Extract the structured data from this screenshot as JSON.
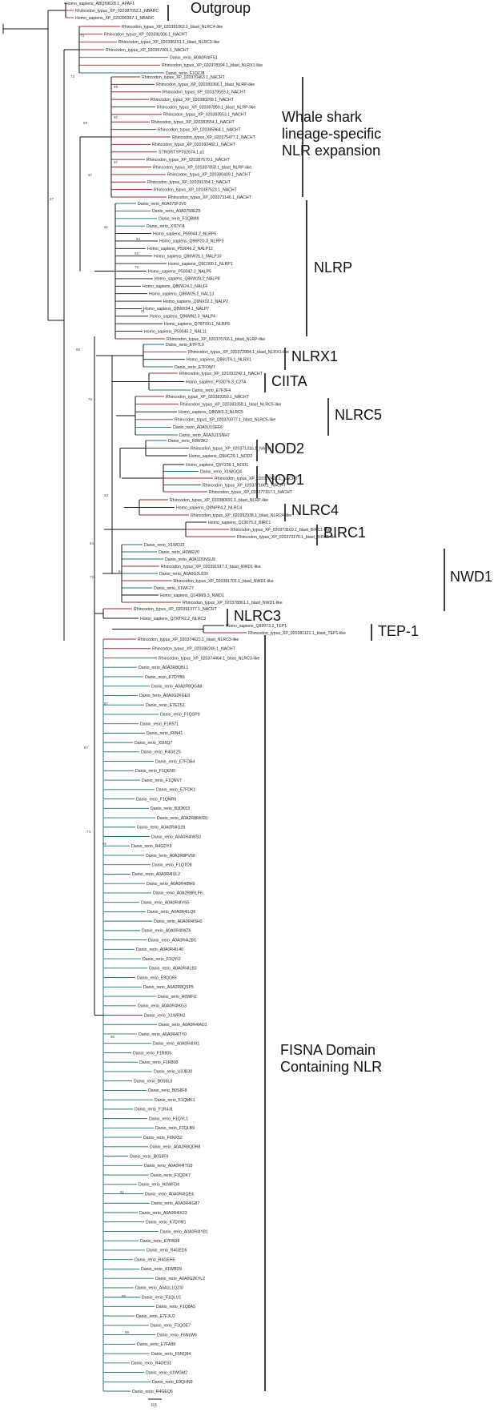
{
  "colors": {
    "black": "#111111",
    "rhincodon": "#9b2a2a",
    "danio": "#1f6f7a",
    "homo": "#111111"
  },
  "groups": [
    {
      "id": "outgroup",
      "lines": [
        "Outgroup"
      ]
    },
    {
      "id": "whale",
      "lines": [
        "Whale shark",
        "lineage-specific",
        "NLR expansion"
      ]
    },
    {
      "id": "nlrp",
      "lines": [
        "NLRP"
      ]
    },
    {
      "id": "nlrx1",
      "lines": [
        "NLRX1"
      ]
    },
    {
      "id": "ciita",
      "lines": [
        "CIITA"
      ]
    },
    {
      "id": "nlrc5",
      "lines": [
        "NLRC5"
      ]
    },
    {
      "id": "nod2",
      "lines": [
        "NOD2"
      ]
    },
    {
      "id": "nod1",
      "lines": [
        "NOD1"
      ]
    },
    {
      "id": "nlrc4",
      "lines": [
        "NLRC4"
      ]
    },
    {
      "id": "birc1",
      "lines": [
        "BIRC1"
      ]
    },
    {
      "id": "nwd1",
      "lines": [
        "NWD1"
      ]
    },
    {
      "id": "nlrc3",
      "lines": [
        "NLRC3"
      ]
    },
    {
      "id": "tep1",
      "lines": [
        "TEP-1"
      ]
    },
    {
      "id": "fisna",
      "lines": [
        "FISNA Domain",
        "Containing NLR"
      ]
    }
  ],
  "scale_label": "0.5",
  "bootstrap": [
    "74",
    "73",
    "99",
    "92",
    "97",
    "59",
    "67",
    "27",
    "61",
    "94",
    "52",
    "79",
    "91",
    "95",
    "75",
    "34",
    "54",
    "73",
    "93",
    "87",
    "67",
    "74",
    "65",
    "85",
    "61",
    "88",
    "99"
  ],
  "leaves": [
    {
      "l": "Homo_sapiens_ABQ59028.1_APAF1",
      "g": "outgroup",
      "s": "H"
    },
    {
      "l": "Rhincodon_typus_XP_020387052.1_NBARC",
      "g": "outgroup",
      "s": "R"
    },
    {
      "l": "Homo_sapiens_XP_020390367.1_NBARC",
      "g": "outgroup",
      "s": "R"
    },
    {
      "l": "Rhincodon_typus_XP_020391062.1_blast_NLRC4-like",
      "g": "pre",
      "s": "R"
    },
    {
      "l": "Rhincodon_typus_XP_020391906.1_NACHT",
      "g": "pre",
      "s": "R"
    },
    {
      "l": "Rhincodon_typus_XP_020386151.1_blast_NLRC3-like",
      "g": "pre",
      "s": "R"
    },
    {
      "l": "Rhincodon_typus_XP_020367001.1_NACHT",
      "g": "pre",
      "s": "R"
    },
    {
      "l": "Danio_rerio_A0A0R4IFS1",
      "g": "pre",
      "s": "D"
    },
    {
      "l": "Rhincodon_typus_XP_020378394.1_blast_NLRX1-like",
      "g": "pre",
      "s": "R"
    },
    {
      "l": "Danio_rerio_F1QZJ8",
      "g": "pre",
      "s": "D"
    },
    {
      "l": "Rhincodon_typus_XP_020370463.1_NACHT",
      "g": "whale",
      "s": "R"
    },
    {
      "l": "Rhincodon_typus_XP_020389366.1_blast_NLRP-like",
      "g": "whale",
      "s": "R"
    },
    {
      "l": "Rhincodon_typus_XP_020379593.1_NACHT",
      "g": "whale",
      "s": "R"
    },
    {
      "l": "Rhincodon_typus_XP_020380299.1_NACHT",
      "g": "whale",
      "s": "R"
    },
    {
      "l": "Rhincodon_typus_XP_020387859.1_blast_NLRP-like",
      "g": "whale",
      "s": "R"
    },
    {
      "l": "Rhincodon_typus_XP_020383553.1_NACHT",
      "g": "whale",
      "s": "R"
    },
    {
      "l": "Rhincodon_typus_XP_020383554.1_NACHT",
      "g": "whale",
      "s": "R"
    },
    {
      "l": "Rhincodon_typus_XP_020385964.1_NACHT",
      "g": "whale",
      "s": "R"
    },
    {
      "l": "Rhincodon_typus_XP_020375477.1_NACHT",
      "g": "whale",
      "s": "R"
    },
    {
      "l": "Rhincodon_typus_XP_020392482.1_NACHT",
      "g": "whale",
      "s": "R"
    },
    {
      "l": "STRGRTYPT52674.1.p1",
      "g": "whale",
      "s": "R"
    },
    {
      "l": "Rhincodon_typus_XP_020387670.1_NACHT",
      "g": "whale",
      "s": "R"
    },
    {
      "l": "Rhincodon_typus_XP_020387858.1_blast_NLRP-like",
      "g": "whale",
      "s": "R"
    },
    {
      "l": "Rhincodon_typus_XP_020380409.1_NACHT",
      "g": "whale",
      "s": "R"
    },
    {
      "l": "Rhincodon_typus_XP_020391354.1_NACHT",
      "g": "whale",
      "s": "R"
    },
    {
      "l": "Rhincodon_typus_XP_020387523.1_NACHT",
      "g": "whale",
      "s": "R"
    },
    {
      "l": "Rhincodon_typus_XP_020373146.1_NACHT",
      "g": "whale",
      "s": "R"
    },
    {
      "l": "Danio_rerio_A0A075F3V0",
      "g": "nlrp",
      "s": "D"
    },
    {
      "l": "Danio_rerio_A0A0758EZ5",
      "g": "nlrp",
      "s": "D"
    },
    {
      "l": "Danio_rerio_F1QBM8",
      "g": "nlrp",
      "s": "D"
    },
    {
      "l": "Danio_rerio_X7DYI4",
      "g": "nlrp",
      "s": "D"
    },
    {
      "l": "Homo_sapiens_P59044.2_NLRP6",
      "g": "nlrp",
      "s": "H"
    },
    {
      "l": "Homo_sapiens_Q96P20.3_NLRP3",
      "g": "nlrp",
      "s": "H"
    },
    {
      "l": "Homo_sapiens_P59046.2_NALP12",
      "g": "nlrp",
      "s": "H"
    },
    {
      "l": "Homo_sapiens_Q86W26.1_NALP10",
      "g": "nlrp",
      "s": "H"
    },
    {
      "l": "Homo_sapiens_Q9C000.1_NLRP1",
      "g": "nlrp",
      "s": "H"
    },
    {
      "l": "Homo_sapiens_P59047.2_NALP5",
      "g": "nlrp",
      "s": "H"
    },
    {
      "l": "Homo_sapiens_Q86W28.2_NALP8",
      "g": "nlrp",
      "s": "H"
    },
    {
      "l": "Homo_sapiens_Q86W24.1_NAL14",
      "g": "nlrp",
      "s": "H"
    },
    {
      "l": "Homo_sapiens_Q86W25.2_NAL13",
      "g": "nlrp",
      "s": "H"
    },
    {
      "l": "Homo_sapiens_Q9NX02.1_NALP2",
      "g": "nlrp",
      "s": "H"
    },
    {
      "l": "Homo_sapiens_Q8WX94.1_NALP7",
      "g": "nlrp",
      "s": "H"
    },
    {
      "l": "Homo_sapiens_Q96MN2.3_NALP4",
      "g": "nlrp",
      "s": "H"
    },
    {
      "l": "Homo_sapiens_Q7RTR0.1_NLRP9",
      "g": "nlrp",
      "s": "H"
    },
    {
      "l": "Homo_sapiens_P59045.2_NAL11",
      "g": "nlrp",
      "s": "H"
    },
    {
      "l": "Rhincodon_typus_XP_020376766.1_blast_NLRP-like",
      "g": "nlrp",
      "s": "R"
    },
    {
      "l": "Danio_rerio_E7F7L0",
      "g": "nlrx1",
      "s": "D"
    },
    {
      "l": "Rhincodon_typus_XP_020372884.1_blast_NLRX1-like",
      "g": "nlrx1",
      "s": "R"
    },
    {
      "l": "Homo_sapiens_Q86UT6.1_NLRX1",
      "g": "nlrx1",
      "s": "H"
    },
    {
      "l": "Danio_rerio_E7FDW7",
      "g": "nlrx1",
      "s": "D"
    },
    {
      "l": "Rhincodon_typus_XP_020392242.1_NACHT",
      "g": "ciita",
      "s": "R"
    },
    {
      "l": "Homo_sapiens_P33076.3_C2TA",
      "g": "ciita",
      "s": "H"
    },
    {
      "l": "Danio_rerio_E7F3F4",
      "g": "ciita",
      "s": "D"
    },
    {
      "l": "Rhincodon_typus_XP_020383359.1_NACHT",
      "g": "nlrc5",
      "s": "R"
    },
    {
      "l": "Rhincodon_typus_XP_020383358.1_blast_NLRC5-like",
      "g": "nlrc5",
      "s": "R"
    },
    {
      "l": "Homo_sapiens_Q86WI3.3_NLRC5",
      "g": "nlrc5",
      "s": "H"
    },
    {
      "l": "Rhincodon_typus_XP_020370077.1_blast_NLRC5-like",
      "g": "nlrc5",
      "s": "R"
    },
    {
      "l": "Danio_rerio_A0A0U1SEF6",
      "g": "nlrc5",
      "s": "D"
    },
    {
      "l": "Danio_rerio_A0A0U1SNH7",
      "g": "nlrc5",
      "s": "D"
    },
    {
      "l": "Danio_rerio_F8W3K2",
      "g": "nod2",
      "s": "D"
    },
    {
      "l": "Rhincodon_typus_XP_020371316.1_NACHT",
      "g": "nod2",
      "s": "R"
    },
    {
      "l": "Homo_sapiens_Q9HC29.1_NOD2",
      "g": "nod2",
      "s": "H"
    },
    {
      "l": "Homo_sapiens_Q9Y239.1_NOD1",
      "g": "nod1",
      "s": "H"
    },
    {
      "l": "Danio_rerio_X1WGQ4",
      "g": "nod1",
      "s": "D"
    },
    {
      "l": "Rhincodon_typus_XP_020372421.1_NACHT",
      "g": "nod1",
      "s": "R"
    },
    {
      "l": "Rhincodon_typus_XP_020377166.1_NACHT",
      "g": "nod1",
      "s": "R"
    },
    {
      "l": "Rhincodon_typus_XP_020377167.1_NACHT",
      "g": "nod1",
      "s": "R"
    },
    {
      "l": "Rhincodon_typus_XP_020380691.1_blast_NLRP-like",
      "g": "nlrc4",
      "s": "R"
    },
    {
      "l": "Homo_sapiens_Q9NPP4.2_NLRC4",
      "g": "nlrc4",
      "s": "H"
    },
    {
      "l": "Rhincodon_typus_XP_020392938.1_blast_NLRC4-like",
      "g": "nlrc4",
      "s": "R"
    },
    {
      "l": "Homo_sapiens_Q13075.3_BIRC1",
      "g": "birc1",
      "s": "H"
    },
    {
      "l": "Rhincodon_typus_XP_020373169.1_blast_BIRC1-like",
      "g": "birc1",
      "s": "R"
    },
    {
      "l": "Rhincodon_typus_XP_020373170.1_blast_BIRC1-like",
      "g": "birc1",
      "s": "R"
    },
    {
      "l": "Danio_rerio_X1WD23",
      "g": "nwd1",
      "s": "D"
    },
    {
      "l": "Danio_rerio_H0WEV0",
      "g": "nwd1",
      "s": "D"
    },
    {
      "l": "Danio_rerio_A0A1D5NSU9",
      "g": "nwd1",
      "s": "D"
    },
    {
      "l": "Rhincodon_typus_XP_020391917.1_blast_NWD1-like",
      "g": "nwd1",
      "s": "R"
    },
    {
      "l": "Danio_rerio_A0A0G2L830",
      "g": "nwd1",
      "s": "D"
    },
    {
      "l": "Rhincodon_typus_XP_020381701.1_blast_NWD1-like",
      "g": "nwd1",
      "s": "R"
    },
    {
      "l": "Danio_rerio_X1WF27",
      "g": "nwd1",
      "s": "D"
    },
    {
      "l": "Homo_sapiens_Q149M9.3_NWD1",
      "g": "nwd1",
      "s": "H"
    },
    {
      "l": "Rhincodon_typus_XP_020378861.1_blast_NWD1-like",
      "g": "nwd1",
      "s": "R"
    },
    {
      "l": "Rhincodon_typus_XP_020391377.1_NACHT",
      "g": "nlrc3",
      "s": "R"
    },
    {
      "l": "Homo_sapiens_Q7RTR2.2_NLRC3",
      "g": "nlrc3",
      "s": "H"
    },
    {
      "l": "Homo_sapiens_Q99973.2_TEP1",
      "g": "tep1",
      "s": "H"
    },
    {
      "l": "Rhincodon_typus_XP_020381121.1_blast_TEP1-like",
      "g": "tep1",
      "s": "R"
    },
    {
      "l": "Rhincodon_typus_XP_020374622.1_blast_NLRC3-like",
      "g": "fisna",
      "s": "R"
    },
    {
      "l": "Rhincodon_typus_XP_020386246.1_NACHT",
      "g": "fisna",
      "s": "R"
    },
    {
      "l": "Rhincodon_typus_XP_020374464.1_blast_NLRC3-like",
      "g": "fisna",
      "s": "R"
    },
    {
      "l": "Danio_rerio_A0A2R8QBL1",
      "g": "fisna",
      "s": "D"
    },
    {
      "l": "Danio_rerio_K7DYB6",
      "g": "fisna",
      "s": "D"
    },
    {
      "l": "Danio_rerio_A0A2R8QGA8",
      "g": "fisna",
      "s": "D"
    },
    {
      "l": "Danio_rerio_A0A0G2KGE9",
      "g": "fisna",
      "s": "D"
    },
    {
      "l": "Danio_rerio_E7EZS1",
      "g": "fisna",
      "s": "D"
    },
    {
      "l": "Danio_rerio_F1QSP9",
      "g": "fisna",
      "s": "D"
    },
    {
      "l": "Danio_rerio_F1R571",
      "g": "fisna",
      "s": "D"
    },
    {
      "l": "Danio_rerio_F6N41",
      "g": "fisna",
      "s": "D"
    },
    {
      "l": "Danio_rerio_X5I6Q7",
      "g": "fisna",
      "s": "D"
    },
    {
      "l": "Danio_rerio_R4GEZ5",
      "g": "fisna",
      "s": "D"
    },
    {
      "l": "Danio_rerio_E7FDB4",
      "g": "fisna",
      "s": "D"
    },
    {
      "l": "Danio_rerio_F1QEN0",
      "g": "fisna",
      "s": "D"
    },
    {
      "l": "Danio_rerio_F1QNV7",
      "g": "fisna",
      "s": "D"
    },
    {
      "l": "Danio_rerio_E7FDK1",
      "g": "fisna",
      "s": "D"
    },
    {
      "l": "Danio_rerio_F1QNR9",
      "g": "fisna",
      "s": "D"
    },
    {
      "l": "Danio_rerio_B3DK63",
      "g": "fisna",
      "s": "D"
    },
    {
      "l": "Danio_rerio_A0A2R8RKR0",
      "g": "fisna",
      "s": "D"
    },
    {
      "l": "Danio_rerio_A0A0R4IG29",
      "g": "fisna",
      "s": "D"
    },
    {
      "l": "Danio_rerio_A0A0R4IWS0",
      "g": "fisna",
      "s": "D"
    },
    {
      "l": "Danio_rerio_R4GDY3",
      "g": "fisna",
      "s": "D"
    },
    {
      "l": "Danio_rerio_A0A2R8PV68",
      "g": "fisna",
      "s": "D"
    },
    {
      "l": "Danio_rerio_F1QTD8",
      "g": "fisna",
      "s": "D"
    },
    {
      "l": "Danio_rerio_A0A0R4IUL2",
      "g": "fisna",
      "s": "D"
    },
    {
      "l": "Danio_rerio_A0A0R4IBH9",
      "g": "fisna",
      "s": "D"
    },
    {
      "l": "Danio_rerio_A0A2R8RLF6",
      "g": "fisna",
      "s": "D"
    },
    {
      "l": "Danio_rerio_A0A0R4IVS5",
      "g": "fisna",
      "s": "D"
    },
    {
      "l": "Danio_rerio_A0A0R4ILQ6",
      "g": "fisna",
      "s": "D"
    },
    {
      "l": "Danio_rerio_A0A0R4ISH0",
      "g": "fisna",
      "s": "D"
    },
    {
      "l": "Danio_rerio_A0A0R4IWZ6",
      "g": "fisna",
      "s": "D"
    },
    {
      "l": "Danio_rerio_A0A0R4IZB5",
      "g": "fisna",
      "s": "D"
    },
    {
      "l": "Danio_rerio_A0A0R4IL40",
      "g": "fisna",
      "s": "D"
    },
    {
      "l": "Danio_rerio_F1QYI2",
      "g": "fisna",
      "s": "D"
    },
    {
      "l": "Danio_rerio_A0A0R4ILB3",
      "g": "fisna",
      "s": "D"
    },
    {
      "l": "Danio_rerio_E9QD65",
      "g": "fisna",
      "s": "D"
    },
    {
      "l": "Danio_rerio_A0A2R8QSP5",
      "g": "fisna",
      "s": "D"
    },
    {
      "l": "Danio_rerio_H0WFI2",
      "g": "fisna",
      "s": "D"
    },
    {
      "l": "Danio_rerio_A0A0R4IKG3",
      "g": "fisna",
      "s": "D"
    },
    {
      "l": "Danio_rerio_X1WRH2",
      "g": "fisna",
      "s": "D"
    },
    {
      "l": "Danio_rerio_A0A0R4IAU1",
      "g": "fisna",
      "s": "D"
    },
    {
      "l": "Danio_rerio_A0A0R4ITY0",
      "g": "fisna",
      "s": "D"
    },
    {
      "l": "Danio_rerio_A0A0R4IXI1",
      "g": "fisna",
      "s": "D"
    },
    {
      "l": "Danio_rerio_F1R805",
      "g": "fisna",
      "s": "D"
    },
    {
      "l": "Danio_rerio_F1R808",
      "g": "fisna",
      "s": "D"
    },
    {
      "l": "Danio_rerio_U3JB30",
      "g": "fisna",
      "s": "D"
    },
    {
      "l": "Danio_rerio_B0S6L3",
      "g": "fisna",
      "s": "D"
    },
    {
      "l": "Danio_rerio_B0S8F8",
      "g": "fisna",
      "s": "D"
    },
    {
      "l": "Danio_rerio_F1QMK1",
      "g": "fisna",
      "s": "D"
    },
    {
      "l": "Danio_rerio_F1R4J1",
      "g": "fisna",
      "s": "D"
    },
    {
      "l": "Danio_rerio_F1QYL1",
      "g": "fisna",
      "s": "D"
    },
    {
      "l": "Danio_rerio_F1QLB9",
      "g": "fisna",
      "s": "D"
    },
    {
      "l": "Danio_rerio_F6NX52",
      "g": "fisna",
      "s": "D"
    },
    {
      "l": "Danio_rerio_A0A2R8QDR8",
      "g": "fisna",
      "s": "D"
    },
    {
      "l": "Danio_rerio_B0S8F9",
      "g": "fisna",
      "s": "D"
    },
    {
      "l": "Danio_rerio_A0A0R4ITG5",
      "g": "fisna",
      "s": "D"
    },
    {
      "l": "Danio_rerio_F1QDK7",
      "g": "fisna",
      "s": "D"
    },
    {
      "l": "Danio_rerio_H0WFD4",
      "g": "fisna",
      "s": "D"
    },
    {
      "l": "Danio_rerio_A0A0R4IQE4",
      "g": "fisna",
      "s": "D"
    },
    {
      "l": "Danio_rerio_A0A0R4IG87",
      "g": "fisna",
      "s": "D"
    },
    {
      "l": "Danio_rerio_A0A0R4IX23",
      "g": "fisna",
      "s": "D"
    },
    {
      "l": "Danio_rerio_K7DYM1",
      "g": "fisna",
      "s": "D"
    },
    {
      "l": "Danio_rerio_A0A0R4IY81",
      "g": "fisna",
      "s": "D"
    },
    {
      "l": "Danio_rerio_E7FBD8",
      "g": "fisna",
      "s": "D"
    },
    {
      "l": "Danio_rerio_R4GED5",
      "g": "fisna",
      "s": "D"
    },
    {
      "l": "Danio_rerio_R4GEH5",
      "g": "fisna",
      "s": "D"
    },
    {
      "l": "Danio_rerio_X1WBD9",
      "g": "fisna",
      "s": "D"
    },
    {
      "l": "Danio_rerio_A0A0G2KYL2",
      "g": "fisna",
      "s": "D"
    },
    {
      "l": "Danio_rerio_A0A1L1QZI0",
      "g": "fisna",
      "s": "D"
    },
    {
      "l": "Danio_rerio_F1QLU1",
      "g": "fisna",
      "s": "D"
    },
    {
      "l": "Danio_rerio_F1Q8A5",
      "g": "fisna",
      "s": "D"
    },
    {
      "l": "Danio_rerio_E7F3U2",
      "g": "fisna",
      "s": "D"
    },
    {
      "l": "Danio_rerio_F1QGE7",
      "g": "fisna",
      "s": "D"
    },
    {
      "l": "Danio_rerio_F6NLW6",
      "g": "fisna",
      "s": "D"
    },
    {
      "l": "Danio_rerio_E7FA88",
      "g": "fisna",
      "s": "D"
    },
    {
      "l": "Danio_rerio_F6NQ84",
      "g": "fisna",
      "s": "D"
    },
    {
      "l": "Danio_rerio_R4GES1",
      "g": "fisna",
      "s": "D"
    },
    {
      "l": "Danio_rerio_X1WGM2",
      "g": "fisna",
      "s": "D"
    },
    {
      "l": "Danio_rerio_E9QHN9",
      "g": "fisna",
      "s": "D"
    },
    {
      "l": "Danio_rerio_R4GEQ6",
      "g": "fisna",
      "s": "D"
    }
  ]
}
